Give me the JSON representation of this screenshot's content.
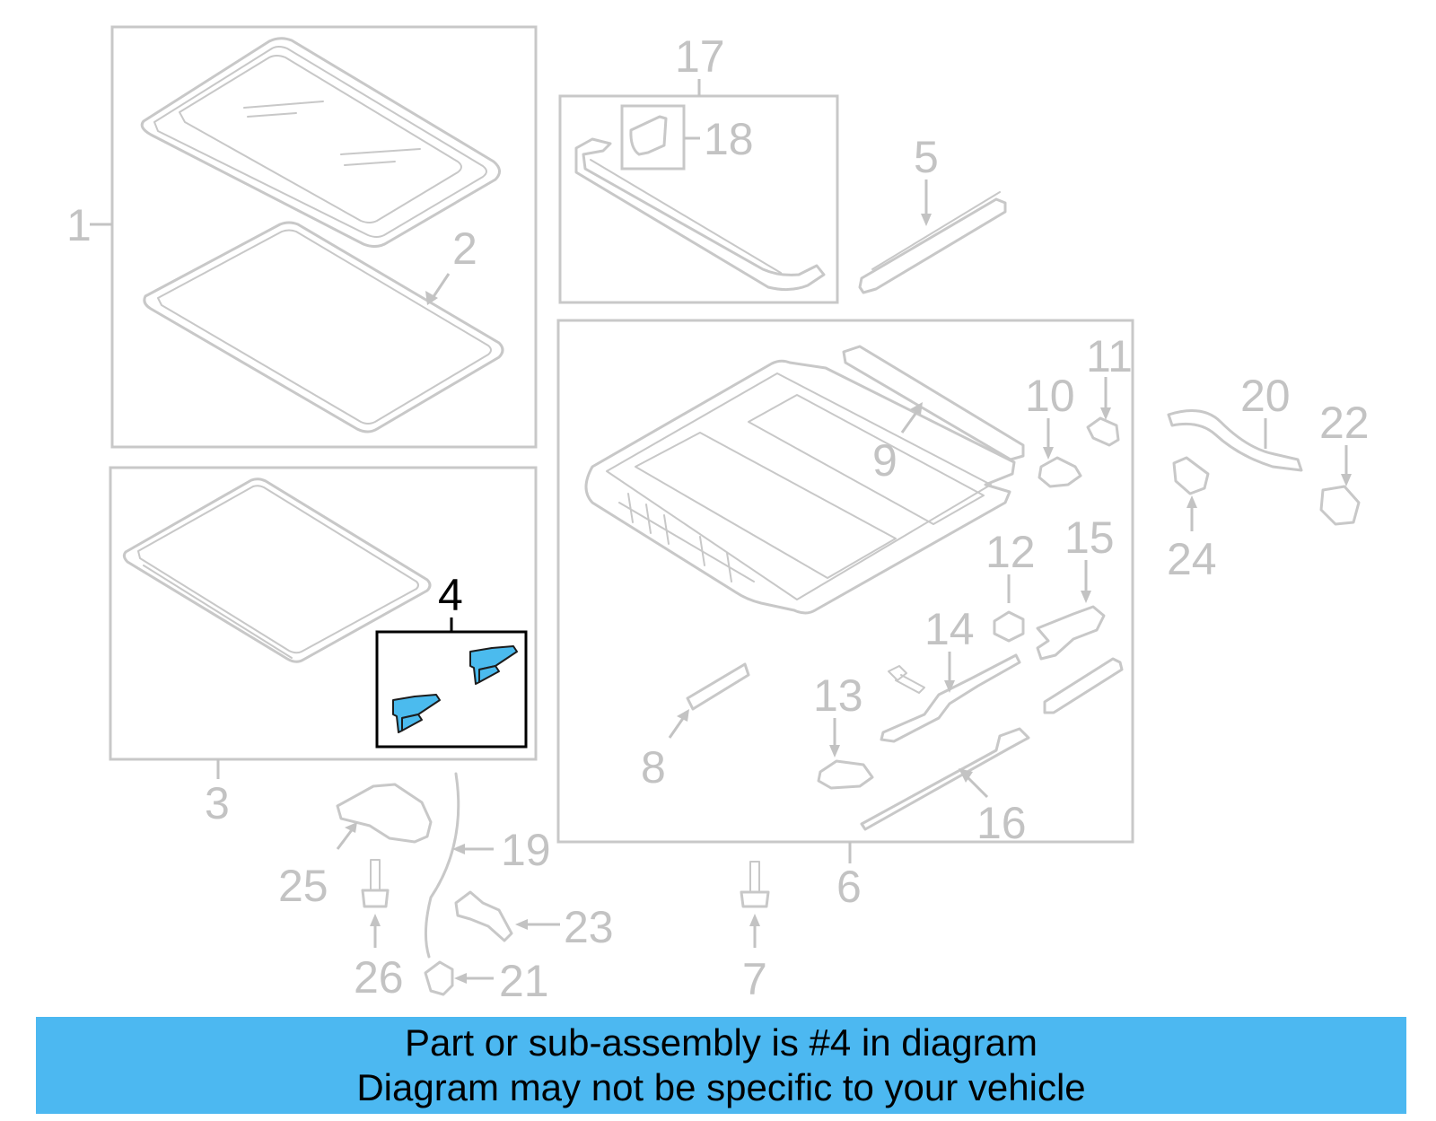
{
  "callouts": {
    "c1": "1",
    "c2": "2",
    "c3": "3",
    "c4": "4",
    "c5": "5",
    "c6": "6",
    "c7": "7",
    "c8": "8",
    "c9": "9",
    "c10": "10",
    "c11": "11",
    "c12": "12",
    "c13": "13",
    "c14": "14",
    "c15": "15",
    "c16": "16",
    "c17": "17",
    "c18": "18",
    "c19": "19",
    "c20": "20",
    "c21": "21",
    "c22": "22",
    "c23": "23",
    "c24": "24",
    "c25": "25",
    "c26": "26"
  },
  "highlight": {
    "part_number": "4",
    "color": "#4bbbee"
  },
  "banner": {
    "line1": "Part or sub-assembly is #4 in diagram",
    "line2": "Diagram may not be specific to your vehicle",
    "background": "#4cb8f1"
  }
}
